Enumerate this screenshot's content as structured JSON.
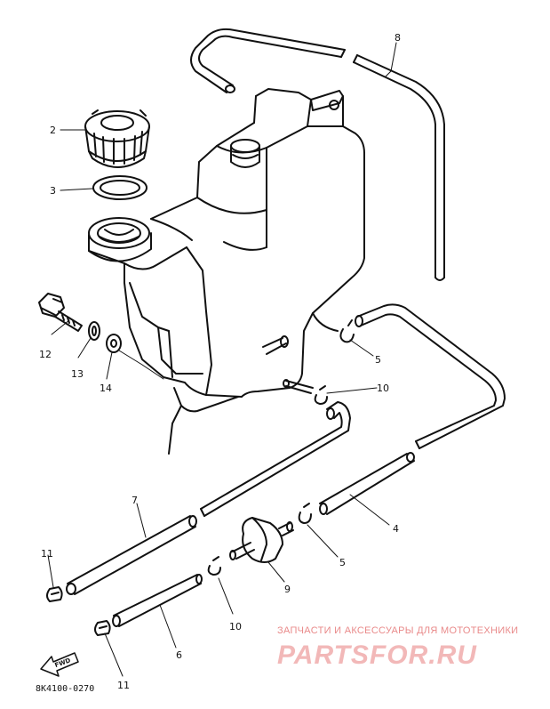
{
  "parts": [
    {
      "number": "2",
      "name": "cap"
    },
    {
      "number": "3",
      "name": "gasket"
    },
    {
      "number": "4",
      "name": "hose"
    },
    {
      "number": "5",
      "name": "clip"
    },
    {
      "number": "5",
      "name": "clip"
    },
    {
      "number": "6",
      "name": "hose"
    },
    {
      "number": "7",
      "name": "hose"
    },
    {
      "number": "8",
      "name": "hose"
    },
    {
      "number": "9",
      "name": "fuel-filter"
    },
    {
      "number": "10",
      "name": "clip"
    },
    {
      "number": "10",
      "name": "clip"
    },
    {
      "number": "11",
      "name": "clip"
    },
    {
      "number": "11",
      "name": "clip"
    },
    {
      "number": "12",
      "name": "bolt"
    },
    {
      "number": "13",
      "name": "washer"
    },
    {
      "number": "14",
      "name": "washer"
    }
  ],
  "forward_arrow_label": "FWD",
  "diagram_code": "8K4100-0270",
  "watermark": {
    "tagline": "ЗАПЧАСТИ И АКСЕССУАРЫ ДЛЯ МОТОТЕХНИКИ",
    "brand": "PARTSFOR.RU"
  }
}
